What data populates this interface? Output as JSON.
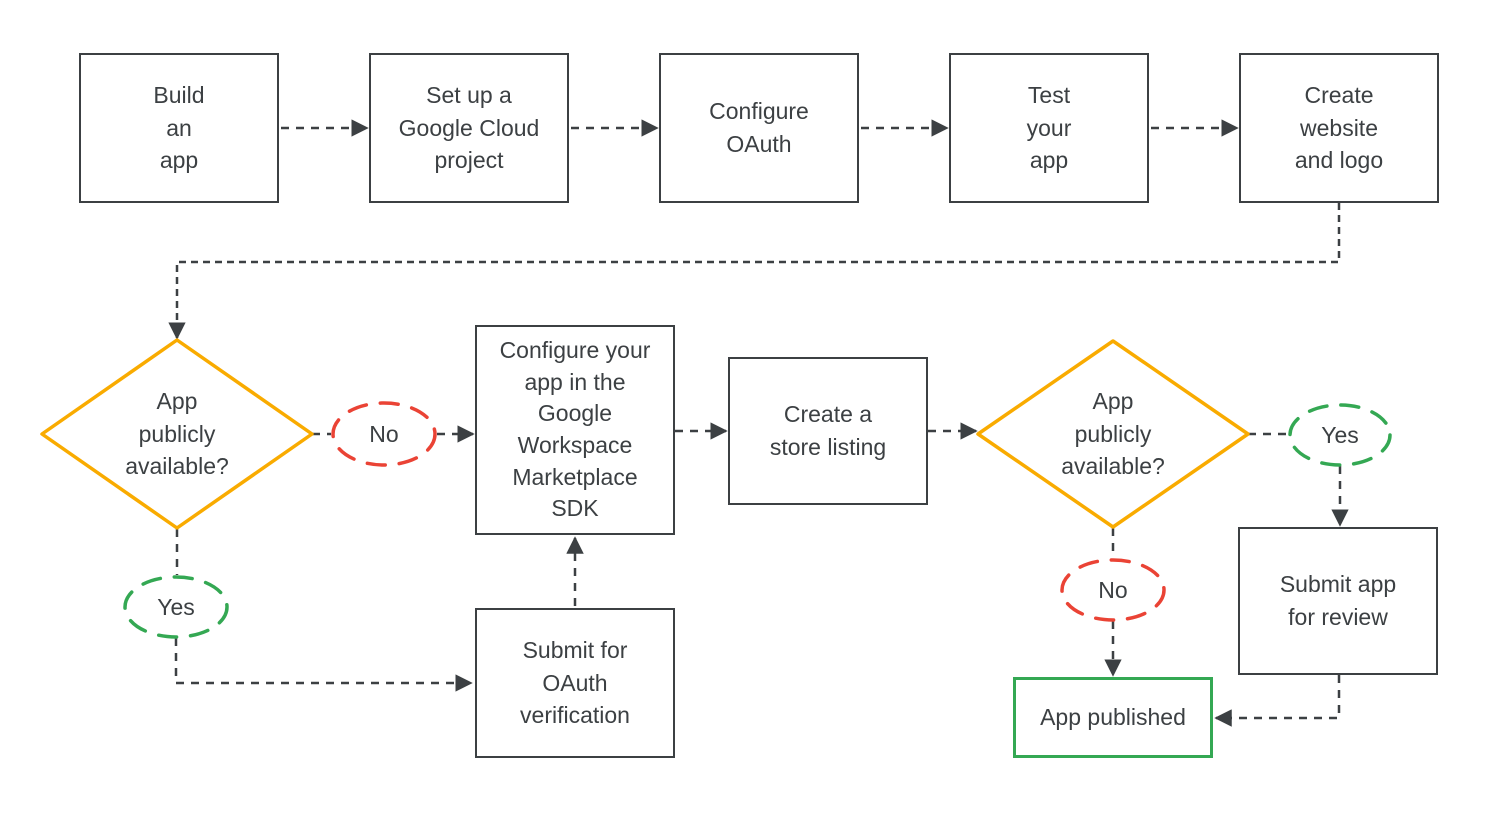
{
  "diagram": {
    "type": "flowchart",
    "colors": {
      "outline": "#3C4043",
      "text": "#3C4043",
      "decision_border": "#F9AB00",
      "positive_border": "#34A853",
      "negative_border": "#EA4335",
      "terminator_border": "#34A853",
      "background": "#FFFFFF"
    },
    "nodes": {
      "build": {
        "label": "Build\nan\napp"
      },
      "setup": {
        "label": "Set up a\nGoogle Cloud\nproject"
      },
      "configure_oauth": {
        "label": "Configure\nOAuth"
      },
      "test": {
        "label": "Test\nyour\napp"
      },
      "website": {
        "label": "Create\nwebsite\nand logo"
      },
      "decision1": {
        "label": "App\npublicly\navailable?"
      },
      "no1": {
        "label": "No"
      },
      "sdk": {
        "label": "Configure your\napp in the\nGoogle\nWorkspace\nMarketplace\nSDK"
      },
      "listing": {
        "label": "Create a\nstore listing"
      },
      "decision2": {
        "label": "App\npublicly\navailable?"
      },
      "yes2": {
        "label": "Yes"
      },
      "review": {
        "label": "Submit app\nfor review"
      },
      "no2": {
        "label": "No"
      },
      "published": {
        "label": "App published"
      },
      "yes1": {
        "label": "Yes"
      },
      "verification": {
        "label": "Submit for\nOAuth\nverification"
      }
    },
    "edges": [
      {
        "from": "build",
        "to": "setup"
      },
      {
        "from": "setup",
        "to": "configure_oauth"
      },
      {
        "from": "configure_oauth",
        "to": "test"
      },
      {
        "from": "test",
        "to": "website"
      },
      {
        "from": "website",
        "to": "decision1"
      },
      {
        "from": "decision1",
        "to": "sdk",
        "label": "No"
      },
      {
        "from": "decision1",
        "to": "verification",
        "label": "Yes"
      },
      {
        "from": "verification",
        "to": "sdk"
      },
      {
        "from": "sdk",
        "to": "listing"
      },
      {
        "from": "listing",
        "to": "decision2"
      },
      {
        "from": "decision2",
        "to": "review",
        "label": "Yes"
      },
      {
        "from": "decision2",
        "to": "published",
        "label": "No"
      },
      {
        "from": "review",
        "to": "published"
      }
    ]
  }
}
